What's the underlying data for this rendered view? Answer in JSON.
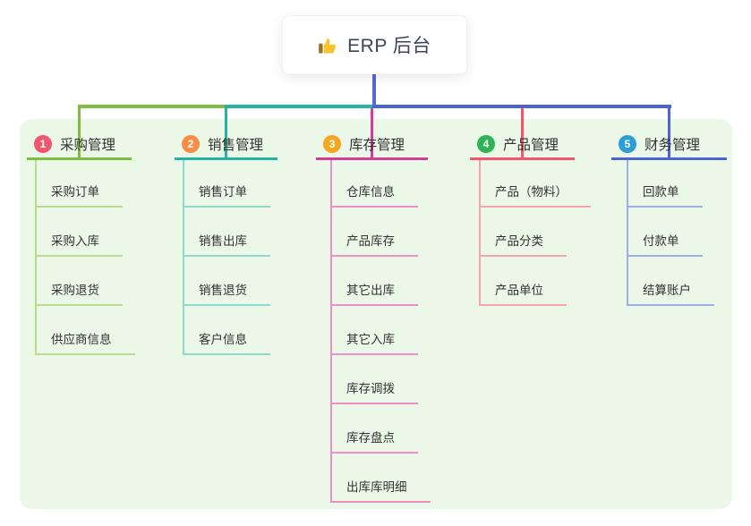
{
  "root": {
    "label": "ERP 后台",
    "icon": "thumbs-up-icon"
  },
  "connector_color": "#5468d6",
  "panel_color": "#ebf7e7",
  "branches": [
    {
      "number": "1",
      "label": "采购管理",
      "badge_color": "#f2566e",
      "line_color": "#7dbe41",
      "child_line_color": "#b8db90",
      "children": [
        "采购订单",
        "采购入库",
        "采购退货",
        "供应商信息"
      ]
    },
    {
      "number": "2",
      "label": "销售管理",
      "badge_color": "#fa8d44",
      "line_color": "#25b3a5",
      "child_line_color": "#90d8cc",
      "children": [
        "销售订单",
        "销售出库",
        "销售退货",
        "客户信息"
      ]
    },
    {
      "number": "3",
      "label": "库存管理",
      "badge_color": "#f5a623",
      "line_color": "#d63b97",
      "child_line_color": "#ee8ec6",
      "children": [
        "仓库信息",
        "产品库存",
        "其它出库",
        "其它入库",
        "库存调拨",
        "库存盘点",
        "出库库明细"
      ]
    },
    {
      "number": "4",
      "label": "产品管理",
      "badge_color": "#2eb356",
      "line_color": "#f55469",
      "child_line_color": "#f8a2ae",
      "children": [
        "产品（物料）",
        "产品分类",
        "产品单位"
      ]
    },
    {
      "number": "5",
      "label": "财务管理",
      "badge_color": "#2b9ed8",
      "line_color": "#4b63d3",
      "child_line_color": "#9dafe6",
      "children": [
        "回款单",
        "付款单",
        "结算账户"
      ]
    }
  ]
}
